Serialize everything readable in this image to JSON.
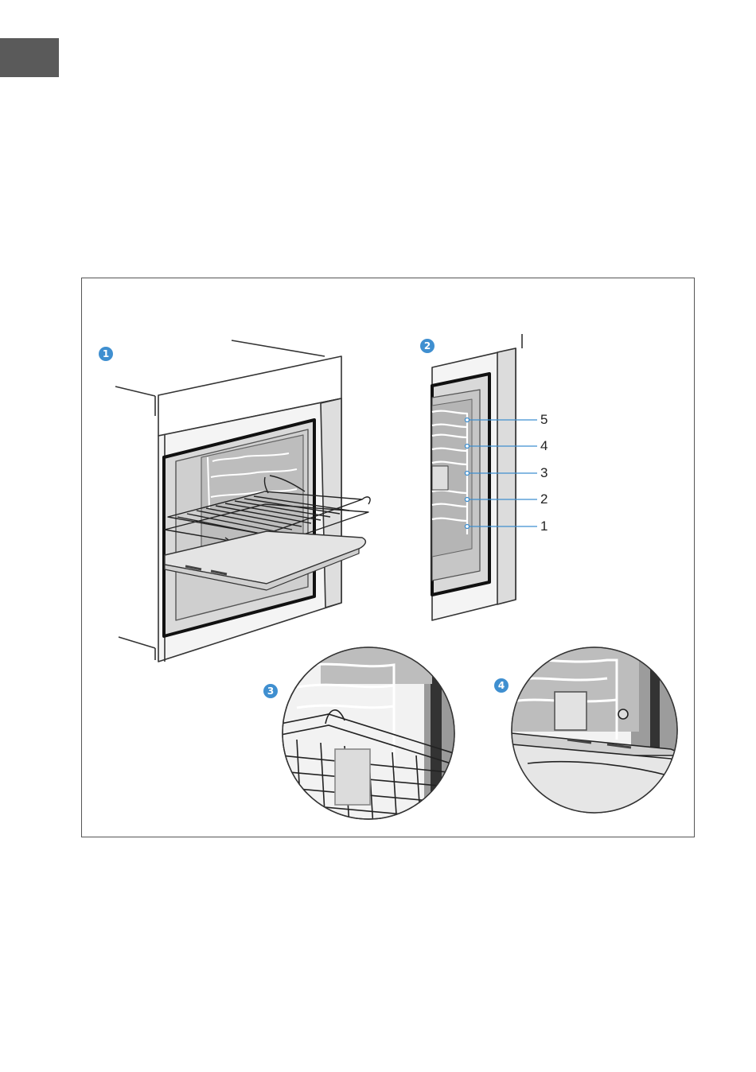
{
  "figure": {
    "badges": [
      "1",
      "2",
      "3",
      "4"
    ],
    "shelf_levels": [
      "5",
      "4",
      "3",
      "2",
      "1"
    ],
    "accent_color": "#3f8fd0"
  }
}
